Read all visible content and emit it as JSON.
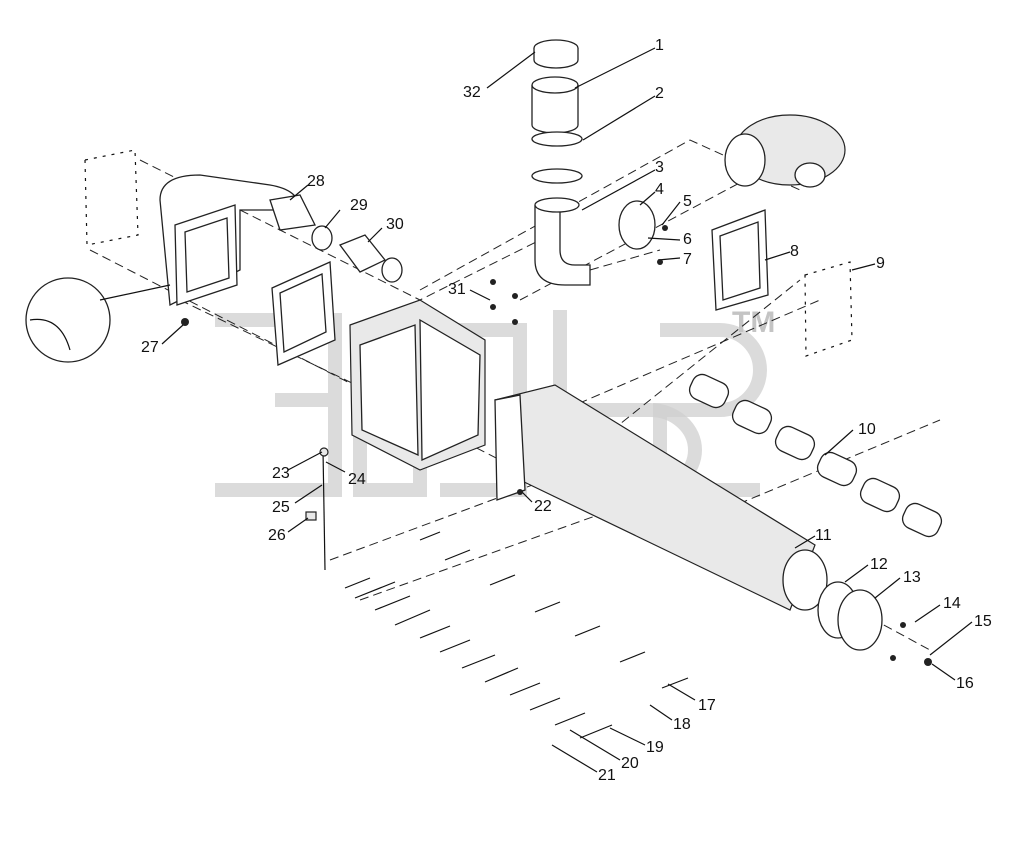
{
  "watermark": {
    "logo_text": "ЗЙсB",
    "tm": "TM"
  },
  "callouts": [
    {
      "id": "1",
      "label": "1"
    },
    {
      "id": "2",
      "label": "2"
    },
    {
      "id": "3",
      "label": "3"
    },
    {
      "id": "4",
      "label": "4"
    },
    {
      "id": "5",
      "label": "5"
    },
    {
      "id": "6",
      "label": "6"
    },
    {
      "id": "7",
      "label": "7"
    },
    {
      "id": "8",
      "label": "8"
    },
    {
      "id": "9",
      "label": "9"
    },
    {
      "id": "10",
      "label": "10"
    },
    {
      "id": "11",
      "label": "11"
    },
    {
      "id": "12",
      "label": "12"
    },
    {
      "id": "13",
      "label": "13"
    },
    {
      "id": "14",
      "label": "14"
    },
    {
      "id": "15",
      "label": "15"
    },
    {
      "id": "16",
      "label": "16"
    },
    {
      "id": "17",
      "label": "17"
    },
    {
      "id": "18",
      "label": "18"
    },
    {
      "id": "19",
      "label": "19"
    },
    {
      "id": "20",
      "label": "20"
    },
    {
      "id": "21",
      "label": "21"
    },
    {
      "id": "22",
      "label": "22"
    },
    {
      "id": "23",
      "label": "23"
    },
    {
      "id": "24",
      "label": "24"
    },
    {
      "id": "25",
      "label": "25"
    },
    {
      "id": "26",
      "label": "26"
    },
    {
      "id": "27",
      "label": "27"
    },
    {
      "id": "28",
      "label": "28"
    },
    {
      "id": "29",
      "label": "29"
    },
    {
      "id": "30",
      "label": "30"
    },
    {
      "id": "31",
      "label": "31"
    },
    {
      "id": "32",
      "label": "32"
    }
  ]
}
